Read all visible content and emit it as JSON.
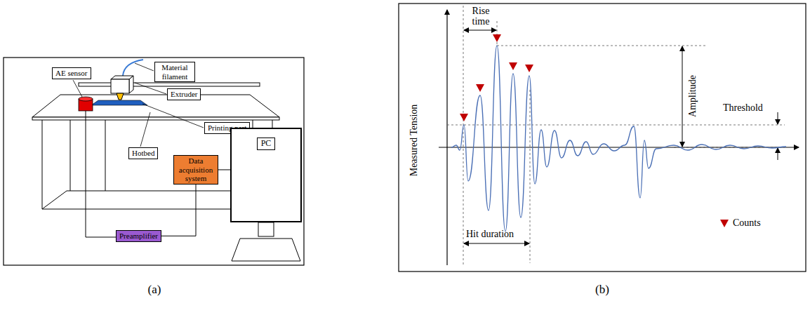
{
  "diagram": {
    "nodes": [
      {
        "text": [
          "Material filament"
        ]
      },
      {
        "text": [
          "AE sensor"
        ]
      },
      {
        "text": [
          "Extruder"
        ]
      },
      {
        "text": [
          "Printing part"
        ]
      },
      {
        "text": [
          "Hotbed"
        ]
      },
      {
        "text": [
          "Data acquisition system"
        ]
      },
      {
        "text": [
          "PC"
        ]
      },
      {
        "text": [
          "Preamplifier"
        ]
      }
    ],
    "edges": [
      {
        "from": 7,
        "to": 5,
        "arrow": "none"
      },
      {
        "from": 5,
        "to": 6,
        "arrow": "none"
      }
    ],
    "labels": [
      "Rise time",
      "Amplitude",
      "Threshold",
      "Measured Tension",
      "Hit duration",
      "(a)",
      "(b)"
    ],
    "legend": [
      {
        "text": "Counts"
      }
    ]
  }
}
